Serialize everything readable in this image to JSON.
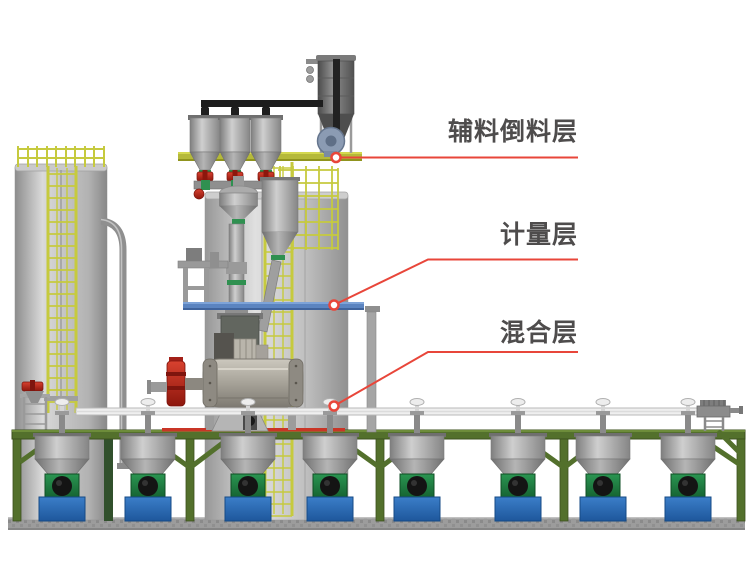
{
  "diagram": {
    "type": "industrial-elevation-diagram",
    "annotations": [
      {
        "id": "aux-dump-layer",
        "label": "辅料倒料层"
      },
      {
        "id": "metering-layer",
        "label": "计量层"
      },
      {
        "id": "mixing-layer",
        "label": "混合层"
      }
    ],
    "colors": {
      "leader_red": "#e8463a",
      "label_text": "#4e4c4c",
      "platform_yellow": "#b5b93a",
      "ladder_yellow": "#c6ca3e",
      "platform_blue": "#5b84c0",
      "truss_green": "#53702c",
      "rotary_valve_green": "#1f7d3f",
      "base_blue": "#2a69b5",
      "machine_red": "#c2271c",
      "pipe_black": "#1c1c1c",
      "steel_gray": "#9a9a9a"
    }
  }
}
